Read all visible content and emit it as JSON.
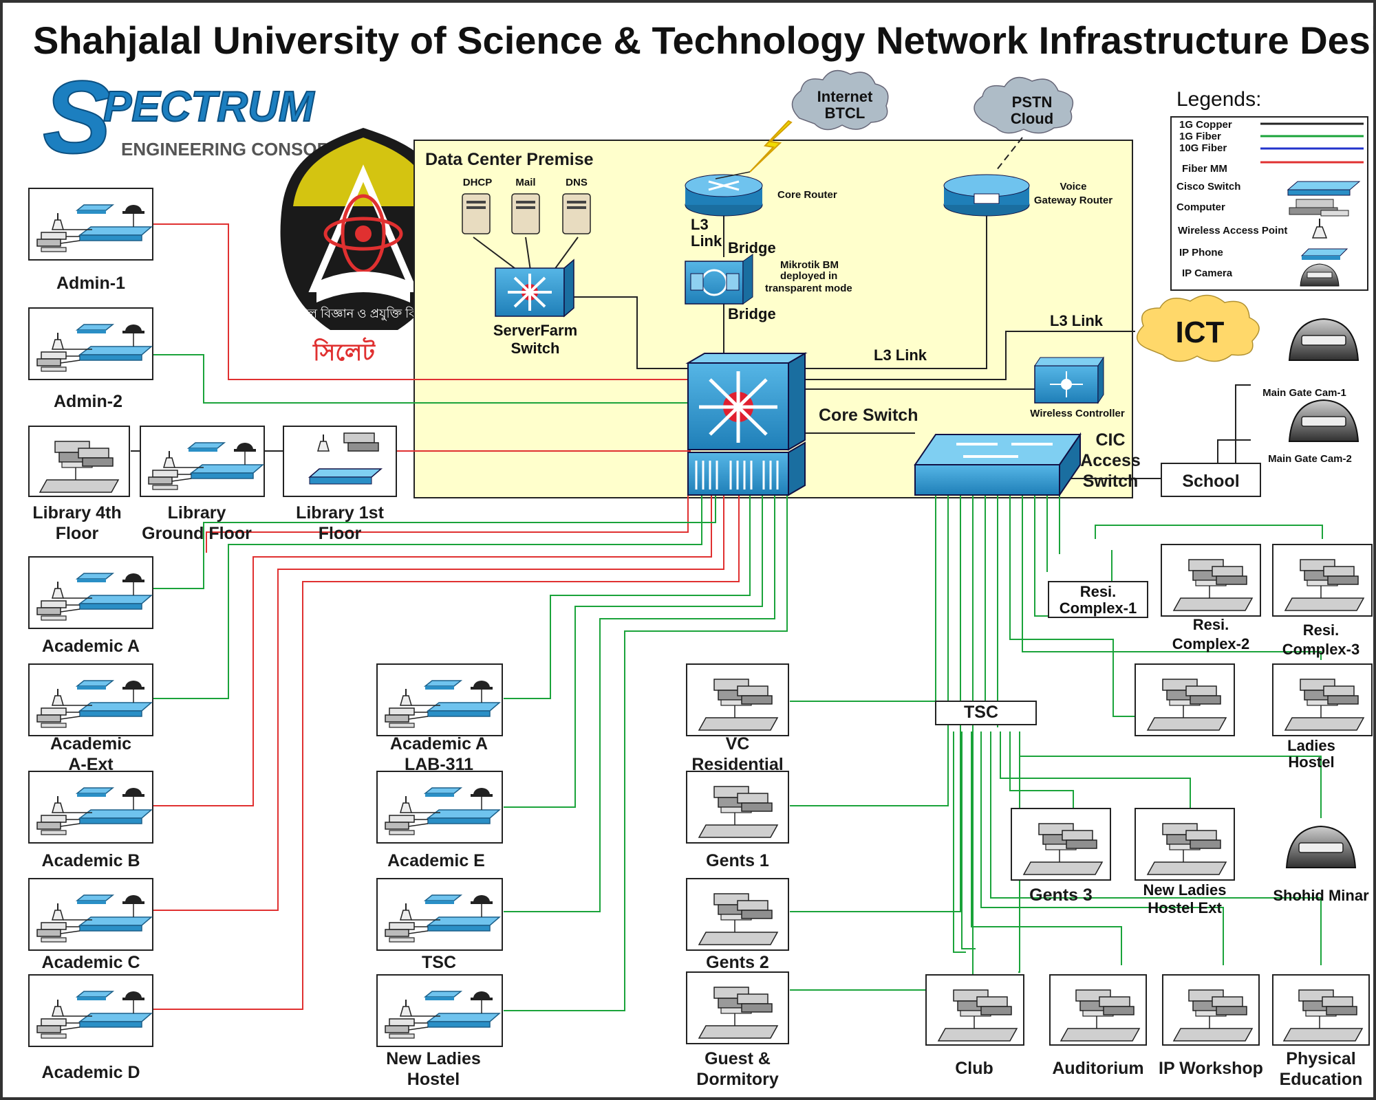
{
  "title": "Shahjalal University of Science & Technology Network Infrastructure Design",
  "brand": {
    "name": "PECTRUM",
    "initial": "S",
    "subtitle": "ENGINEERING CONSORT"
  },
  "seal": {
    "text": "শাহজালাল বিজ্ঞান ও প্রযুক্তি বিশ্ববিদ্যালয়",
    "city": "সিলেট"
  },
  "datacenter": {
    "label": "Data Center Premise",
    "servers": [
      "DHCP",
      "Mail",
      "DNS"
    ],
    "serverfarm": [
      "ServerFarm",
      "Switch"
    ],
    "core_router": "Core Router",
    "l3link_a": [
      "L3",
      "Link"
    ],
    "bridge_a": "Bridge",
    "bridge_b": "Bridge",
    "mikrotik": [
      "Mikrotik BM",
      "deployed in",
      "transparent mode"
    ],
    "voice_router": [
      "Voice",
      "Gateway Router"
    ],
    "l3link_b": "L3 Link",
    "l3link_c": "L3 Link",
    "core_switch": "Core Switch",
    "wireless_controller": "Wireless Controller",
    "cic": [
      "CIC",
      "Access",
      "Switch"
    ]
  },
  "clouds": {
    "internet": [
      "Internet",
      "BTCL"
    ],
    "pstn": [
      "PSTN",
      "Cloud"
    ],
    "ict": "ICT"
  },
  "legend": {
    "title": "Legends:",
    "lines": [
      {
        "label": "1G Copper",
        "color": "#222222"
      },
      {
        "label": "1G Fiber",
        "color": "#1aa33a"
      },
      {
        "label": "10G Fiber",
        "color": "#2233cc"
      },
      {
        "label": "Fiber MM",
        "color": "#e03030"
      }
    ],
    "items": [
      "Cisco Switch",
      "Computer",
      "Wireless Access Point",
      "IP Phone",
      "IP Camera"
    ]
  },
  "colors": {
    "copper": "#222222",
    "fiber": "#1aa33a",
    "fiber10g": "#2233cc",
    "mm": "#e03030",
    "dc_bg": "#ffffcc",
    "switch_blue": "#2a8fc6"
  },
  "left_nodes": {
    "admin1": [
      "Admin-1"
    ],
    "admin2": [
      "Admin-2"
    ],
    "lib4": [
      "Library 4th",
      "Floor"
    ],
    "libg": [
      "Library",
      "Ground Floor"
    ],
    "lib1": [
      "Library 1st",
      "Floor"
    ],
    "acadA": [
      "Academic A"
    ],
    "acadAext": [
      "Academic",
      "A-Ext"
    ],
    "acadB": [
      "Academic B"
    ],
    "acadC": [
      "Academic C"
    ],
    "acadD": [
      "Academic D"
    ]
  },
  "mid_nodes": {
    "lab311": [
      "Academic A",
      "LAB-311"
    ],
    "acadE": [
      "Academic E"
    ],
    "tsc": [
      "TSC"
    ],
    "newladies": [
      "New Ladies",
      "Hostel"
    ]
  },
  "center_nodes": {
    "vcres": [
      "VC",
      "Residential"
    ],
    "gents1": [
      "Gents 1"
    ],
    "gents2": [
      "Gents 2"
    ],
    "guest": [
      "Guest &",
      "Dormitory"
    ]
  },
  "right_nodes": {
    "school": "School",
    "cam1": "Main Gate Cam-1",
    "cam2": "Main Gate Cam-2",
    "resi1": [
      "Resi.",
      "Complex-1"
    ],
    "resi2": [
      "Resi.",
      "Complex-2"
    ],
    "resi3": [
      "Resi.",
      "Complex-3"
    ],
    "ladies": [
      "Ladies",
      "Hostel"
    ],
    "tsc_box": "TSC",
    "gents3": "Gents 3",
    "nlhext": [
      "New Ladies",
      "Hostel Ext"
    ],
    "shohid": "Shohid Minar",
    "club": "Club",
    "auditorium": "Auditorium",
    "ipworkshop": "IP Workshop",
    "physed": [
      "Physical",
      "Education"
    ]
  }
}
